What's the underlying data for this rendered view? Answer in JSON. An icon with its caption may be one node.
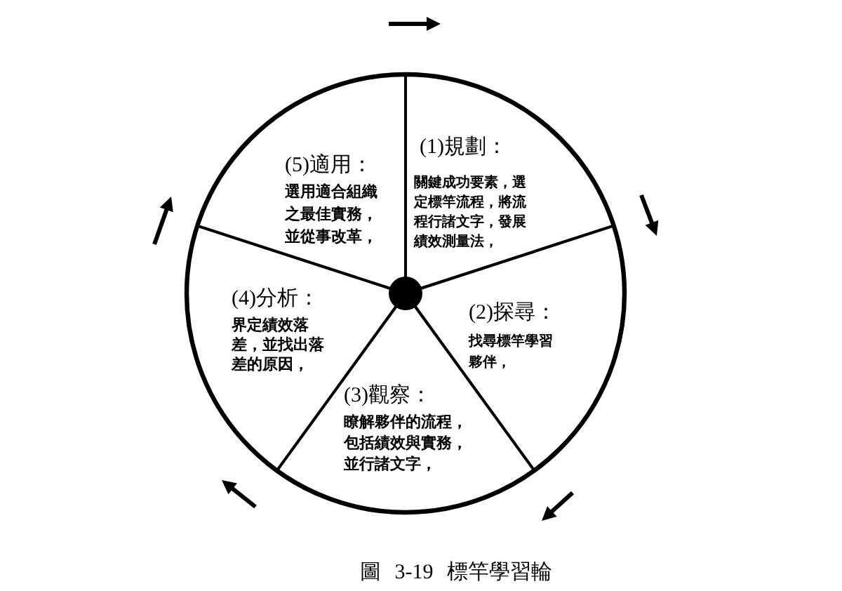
{
  "diagram": {
    "caption": "圖 3-19 標竿學習輪",
    "nodes": [
      {
        "text": [
          "(1)規劃：",
          "關鍵成功要素，選定標竿流程，將流程行諸文字，發展績效測量法，"
        ]
      },
      {
        "text": [
          "(2)探尋：",
          "找尋標竿學習夥伴，"
        ]
      },
      {
        "text": [
          "(3)觀察：",
          "瞭解夥伴的流程，包括績效與實務，並行諸文字，"
        ]
      },
      {
        "text": [
          "(4)分析：",
          "界定績效落差，並找出落差的原因，"
        ]
      },
      {
        "text": [
          "(5)適用：",
          "選用適合組織之最佳實務，並從事改革，"
        ]
      }
    ]
  }
}
